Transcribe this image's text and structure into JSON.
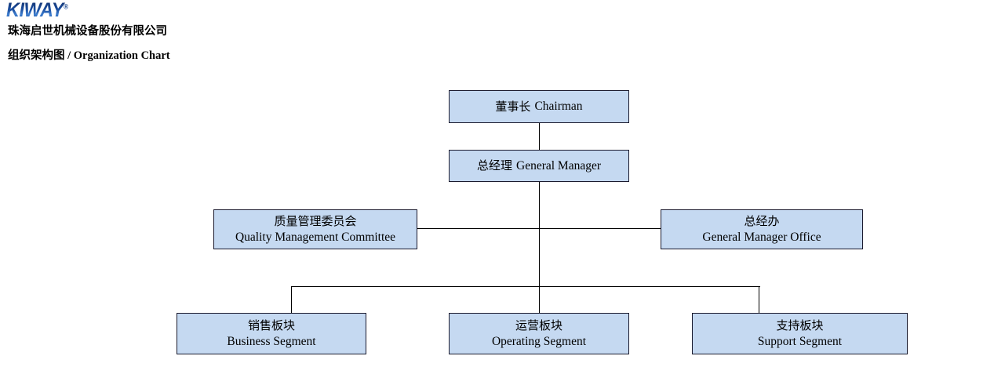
{
  "header": {
    "logo_text": "KIWAY",
    "logo_mark": "®",
    "company_name_cn": "珠海启世机械设备股份有限公司",
    "title_cn": "组织架构图",
    "title_separator": " / ",
    "title_en": "Organization Chart"
  },
  "chart_data": {
    "type": "diagram",
    "title": "组织架构图 / Organization Chart",
    "box_fill": "#c5d9f1",
    "box_border": "#1a1a2e",
    "nodes": [
      {
        "id": "chairman",
        "cn": "董事长",
        "en": "Chairman",
        "layout": "single-line"
      },
      {
        "id": "gm",
        "cn": "总经理",
        "en": "General Manager",
        "layout": "single-line"
      },
      {
        "id": "qmc",
        "cn": "质量管理委员会",
        "en": "Quality Management Committee",
        "layout": "two-line"
      },
      {
        "id": "gmo",
        "cn": "总经办",
        "en": "General Manager Office",
        "layout": "two-line"
      },
      {
        "id": "business",
        "cn": "销售板块",
        "en": "Business Segment",
        "layout": "two-line"
      },
      {
        "id": "operating",
        "cn": "运营板块",
        "en": "Operating Segment",
        "layout": "two-line"
      },
      {
        "id": "support",
        "cn": "支持板块",
        "en": "Support Segment",
        "layout": "two-line"
      }
    ],
    "edges": [
      {
        "from": "chairman",
        "to": "gm"
      },
      {
        "from": "gm",
        "to": "qmc"
      },
      {
        "from": "gm",
        "to": "gmo"
      },
      {
        "from": "gm",
        "to": "business"
      },
      {
        "from": "gm",
        "to": "operating"
      },
      {
        "from": "gm",
        "to": "support"
      }
    ]
  }
}
